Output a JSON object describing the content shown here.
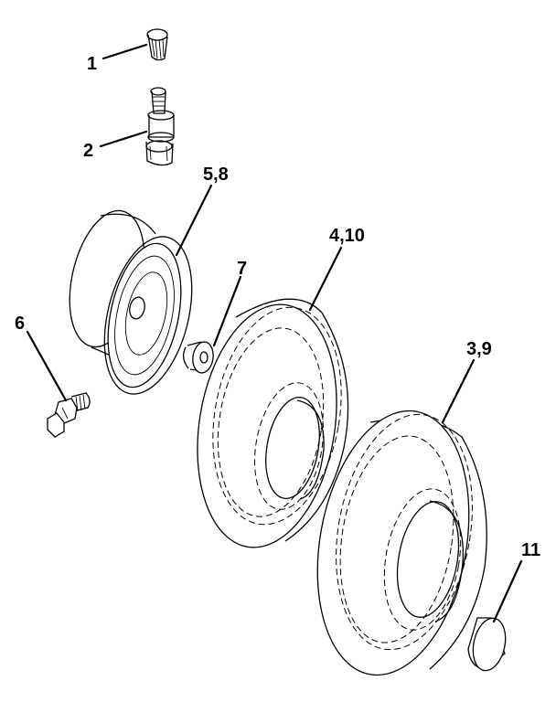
{
  "diagram": {
    "callouts": {
      "c1": "1",
      "c2": "2",
      "c3_9": "3,9",
      "c4_10": "4,10",
      "c5_8": "5,8",
      "c6": "6",
      "c7": "7",
      "c11": "11"
    }
  }
}
